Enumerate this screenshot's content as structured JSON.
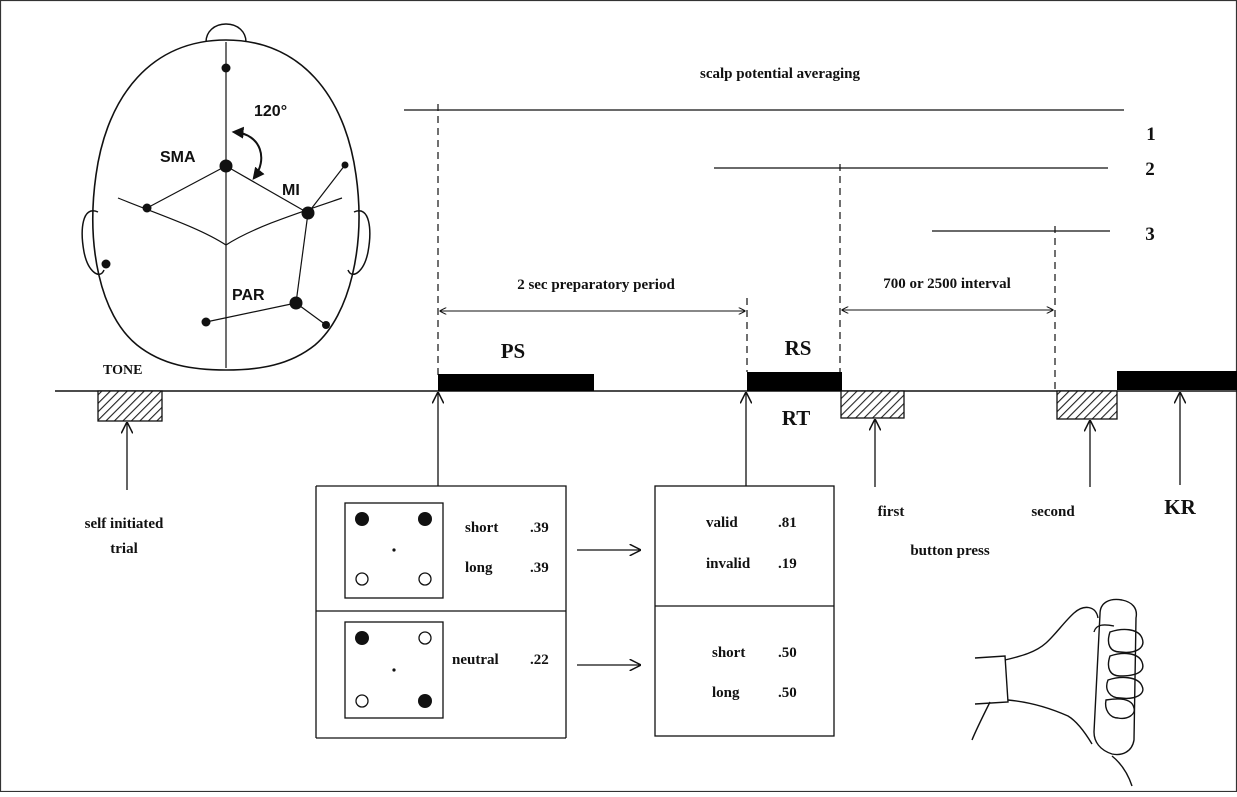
{
  "header": {
    "averaging_title": "scalp potential averaging"
  },
  "epochs": [
    {
      "number": "1"
    },
    {
      "number": "2"
    },
    {
      "number": "3"
    }
  ],
  "head_map": {
    "labels": {
      "sma": "SMA",
      "mi": "MI",
      "par": "PAR",
      "angle": "120°"
    }
  },
  "intervals": {
    "preparatory": "2 sec preparatory period",
    "response_interval": "700 or 2500 interval"
  },
  "stimuli": {
    "tone": "TONE",
    "ps": "PS",
    "rs": "RS",
    "rt": "RT",
    "kr": "KR"
  },
  "events": {
    "self_initiated_line1": "self initiated",
    "self_initiated_line2": "trial",
    "first": "first",
    "second": "second",
    "button_press": "button press"
  },
  "cue_boxes": {
    "informative": {
      "rows": [
        {
          "label": "short",
          "value": ".39"
        },
        {
          "label": "long",
          "value": ".39"
        }
      ]
    },
    "neutral": {
      "rows": [
        {
          "label": "neutral",
          "value": ".22"
        }
      ]
    }
  },
  "outcome_boxes": {
    "validity": {
      "rows": [
        {
          "label": "valid",
          "value": ".81"
        },
        {
          "label": "invalid",
          "value": ".19"
        }
      ]
    },
    "neutral_outcome": {
      "rows": [
        {
          "label": "short",
          "value": ".50"
        },
        {
          "label": "long",
          "value": ".50"
        }
      ]
    }
  },
  "colors": {
    "ink": "#111111",
    "stimulus_bar": "#000000",
    "hatch": "#222222",
    "background": "#ffffff"
  },
  "icons": [
    "head-top-view-icon",
    "hand-grip-icon",
    "arrow-up-icon",
    "arrow-right-icon"
  ]
}
